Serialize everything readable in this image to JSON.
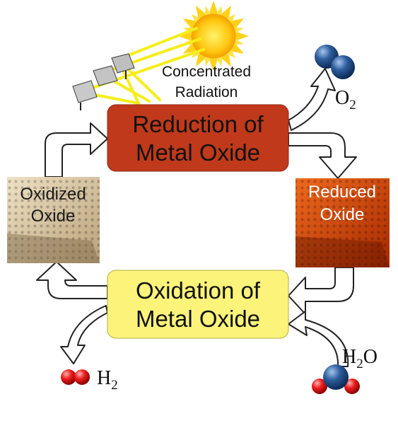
{
  "reduction_box": {
    "line1": "Reduction of",
    "line2": "Metal Oxide",
    "fill": "#c0391b"
  },
  "oxidation_box": {
    "line1": "Oxidation of",
    "line2": "Metal Oxide",
    "fill": "#fcf47a"
  },
  "oxidized_tile": {
    "line1": "Oxidized",
    "line2": "Oxide",
    "color": "#e0cda7"
  },
  "reduced_tile": {
    "line1": "Reduced",
    "line2": "Oxide",
    "color": "#d8400c"
  },
  "radiation_label": {
    "line1": "Concentrated",
    "line2": "Radiation"
  },
  "products": {
    "o2": {
      "main": "O",
      "sub": "2"
    },
    "h2": {
      "main": "H",
      "sub": "2"
    }
  },
  "reactant": {
    "h2o": {
      "main": "H",
      "sub": "2",
      "tail": "O"
    }
  },
  "icons": [
    "sun-icon",
    "heliostat-mirror-icon",
    "o2-molecule-icon",
    "h2-molecule-icon",
    "h2o-molecule-icon"
  ]
}
